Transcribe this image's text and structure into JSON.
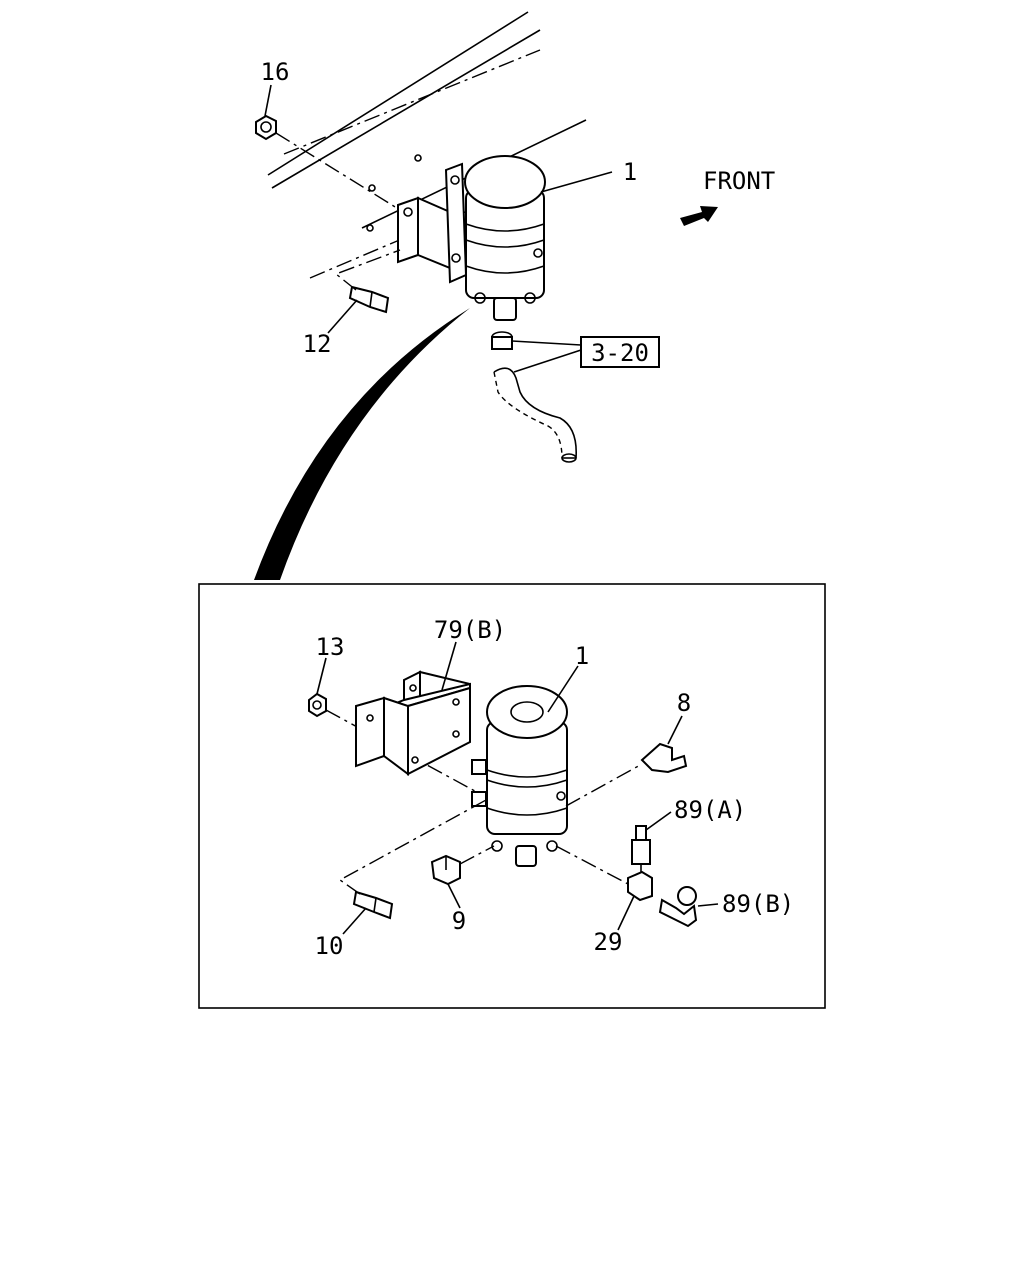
{
  "direction_label": "FRONT",
  "reference_box": "3-20",
  "upper_callouts": {
    "nut": "16",
    "separator": "1",
    "bolt": "12"
  },
  "detail_callouts": {
    "nut": "13",
    "bracket": "79(B)",
    "separator": "1",
    "elbow": "8",
    "fitting_a": "89(A)",
    "fitting_b": "89(B)",
    "tee": "29",
    "connector": "9",
    "bolt": "10"
  }
}
